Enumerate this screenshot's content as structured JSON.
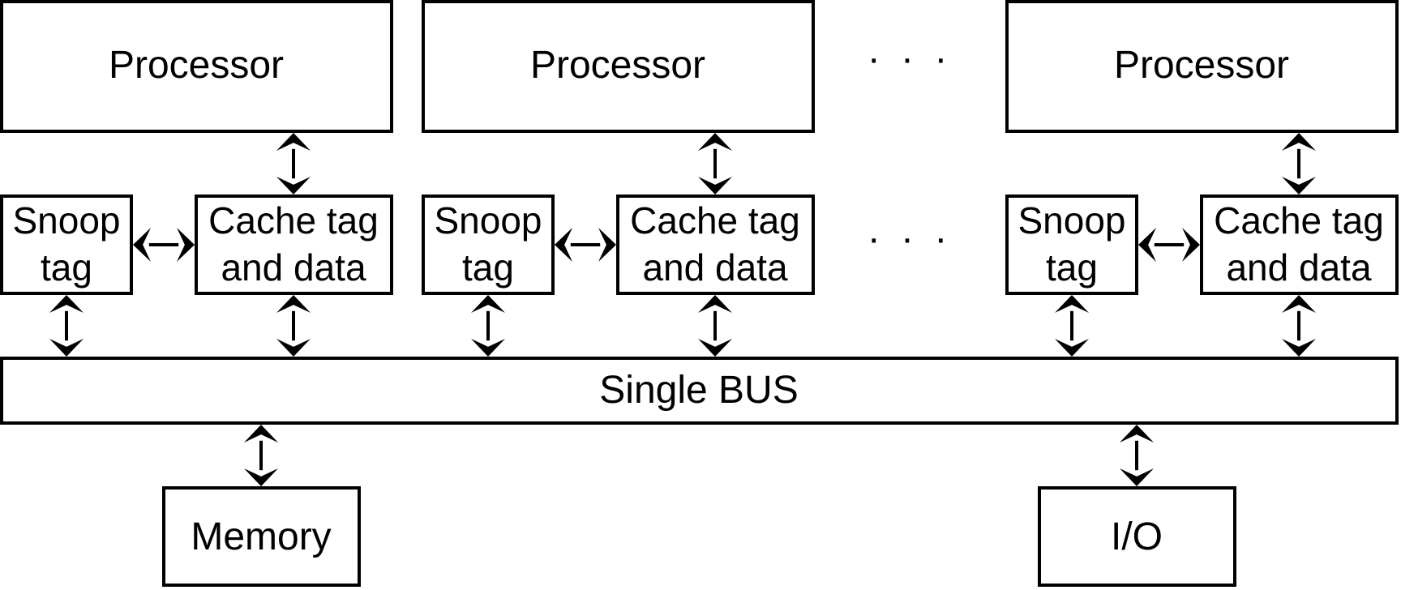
{
  "diagram": {
    "processor_label": "Processor",
    "snoop_line1": "Snoop",
    "snoop_line2": "tag",
    "cache_line1": "Cache tag",
    "cache_line2": "and data",
    "ellipsis": "· · ·",
    "bus_label": "Single BUS",
    "memory_label": "Memory",
    "io_label": "I/O"
  },
  "colors": {
    "stroke": "#000000",
    "fill": "#ffffff"
  }
}
